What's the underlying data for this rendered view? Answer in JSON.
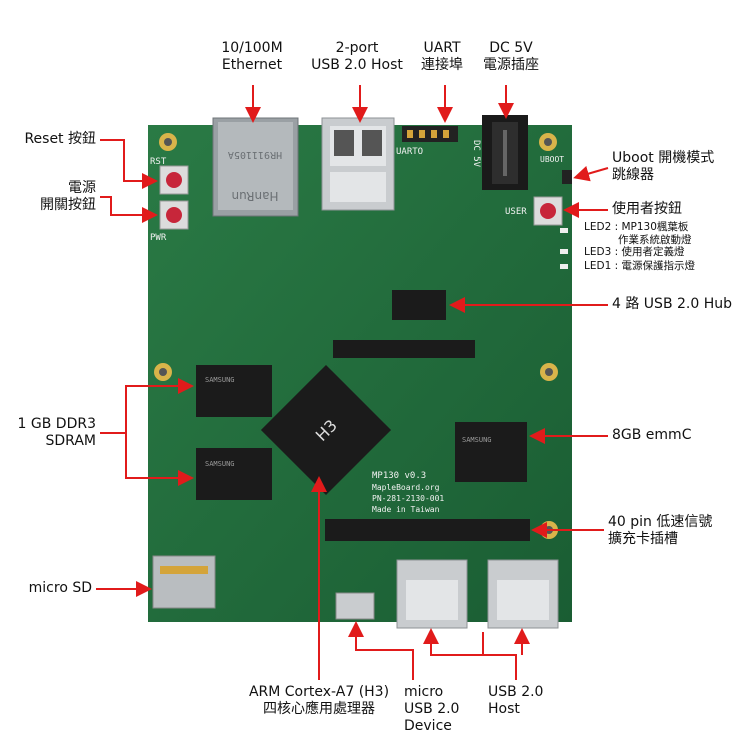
{
  "board": {
    "silk_rst": "RST",
    "silk_pwr": "PWR",
    "silk_uart": "UARTO",
    "silk_dc": "DC 5V",
    "silk_uboot": "UBOOT",
    "silk_user": "USER",
    "silk_eth_chip": "HanRun",
    "silk_eth_part": "HR911105A",
    "silk_cpu": "H3",
    "silk_model": "MP130 v0.3",
    "silk_site": "MapleBoard.org",
    "silk_pn": "PN-281-2130-001",
    "silk_made": "Made in Taiwan",
    "silk_ram": "SAMSUNG",
    "silk_emmc": "SAMSUNG"
  },
  "labels": {
    "ethernet_1": "10/100M",
    "ethernet_2": "Ethernet",
    "usb_host_1": "2-port",
    "usb_host_2": "USB 2.0 Host",
    "uart_1": "UART",
    "uart_2": "連接埠",
    "dc_1": "DC 5V",
    "dc_2": "電源插座",
    "reset": "Reset 按鈕",
    "power_1": "電源",
    "power_2": "開關按鈕",
    "uboot_1": "Uboot 開機模式",
    "uboot_2": "跳線器",
    "user_button": "使用者按鈕",
    "led2_1": "LED2 : MP130楓葉板",
    "led2_2": "作業系統啟動燈",
    "led3": "LED3 : 使用者定義燈",
    "led1": "LED1 : 電源保護指示燈",
    "hub": "4 路 USB 2.0 Hub",
    "ddr_1": "1 GB DDR3",
    "ddr_2": "SDRAM",
    "emmc": "8GB emmC",
    "gpio_1": "40 pin 低速信號",
    "gpio_2": "擴充卡插槽",
    "microsd": "micro SD",
    "cpu_1": "ARM Cortex-A7 (H3)",
    "cpu_2": "四核心應用處理器",
    "device_1": "micro",
    "device_2": "USB 2.0",
    "device_3": "Device",
    "usb_bottom_1": "USB 2.0",
    "usb_bottom_2": "Host"
  },
  "colors": {
    "pcb": "#1f6b3a",
    "arrow": "#e11b1b"
  }
}
